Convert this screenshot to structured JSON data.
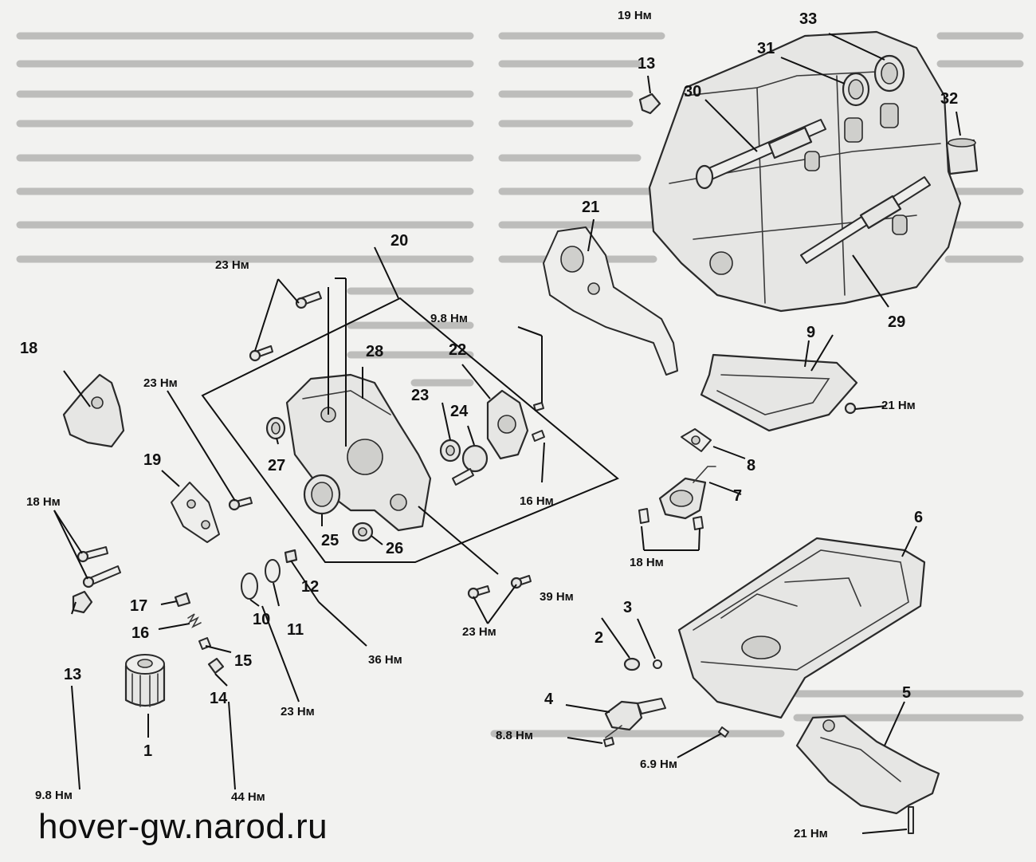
{
  "labels": {
    "n1": "1",
    "n2": "2",
    "n3": "3",
    "n4": "4",
    "n5": "5",
    "n6": "6",
    "n7": "7",
    "n8": "8",
    "n9": "9",
    "n10": "10",
    "n11": "11",
    "n12": "12",
    "n13a": "13",
    "n13b": "13",
    "n14": "14",
    "n15": "15",
    "n16": "16",
    "n17": "17",
    "n18": "18",
    "n19": "19",
    "n20": "20",
    "n21": "21",
    "n22": "22",
    "n23": "23",
    "n24": "24",
    "n25": "25",
    "n26": "26",
    "n27": "27",
    "n28": "28",
    "n29": "29",
    "n30": "30",
    "n31": "31",
    "n32": "32",
    "n33": "33"
  },
  "torques": {
    "t19_top": "19 Нм",
    "t23_upper": "23 Нм",
    "t98_pump": "9.8 Нм",
    "t21_guard": "21 Нм",
    "t23_left": "23 Нм",
    "t18_left": "18 Нм",
    "t16": "16 Нм",
    "t18_mid": "18 Нм",
    "t39": "39 Нм",
    "t23_lower": "23 Нм",
    "t36": "36 Нм",
    "t23_bottom": "23 Нм",
    "t88": "8.8 Нм",
    "t69": "6.9 Нм",
    "t98_bottom": "9.8 Нм",
    "t44": "44 Нм",
    "t21_bottom": "21 Нм"
  },
  "caption": "hover-gw.narod.ru"
}
